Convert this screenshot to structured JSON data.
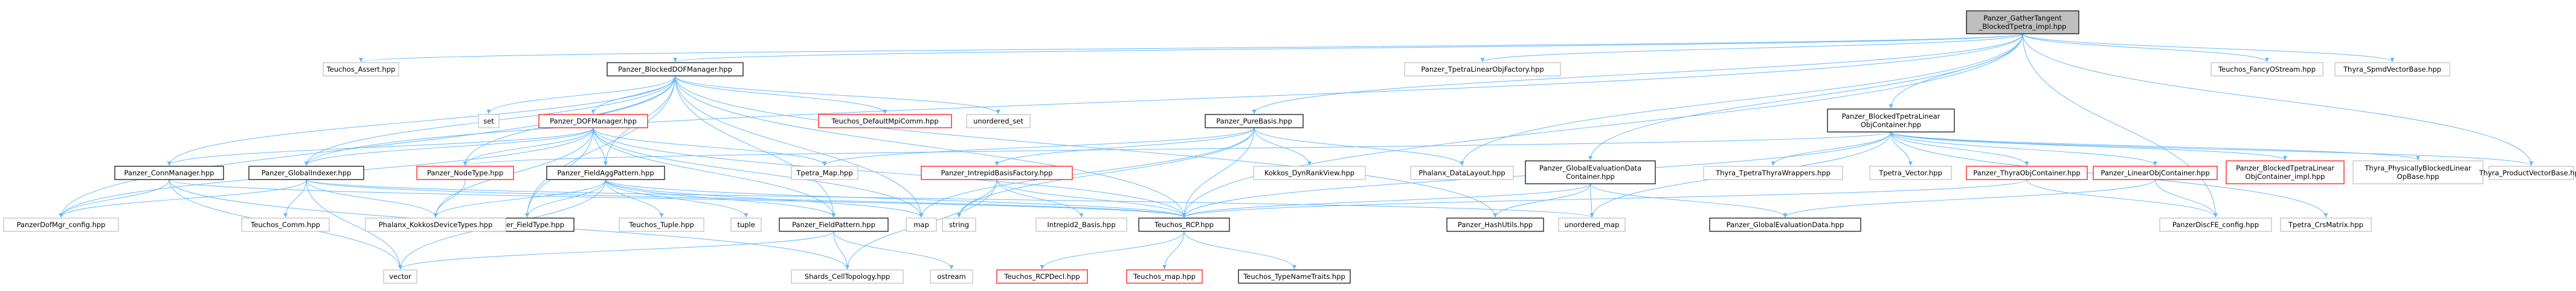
{
  "diagram": {
    "nodes": [
      {
        "id": "root",
        "lines": [
          "Panzer_GatherTangent",
          "_BlockedTpetra_impl.hpp"
        ],
        "style": "root"
      },
      {
        "id": "teuchos_assert",
        "lines": [
          "Teuchos_Assert.hpp"
        ],
        "style": "plain"
      },
      {
        "id": "blocked_dof",
        "lines": [
          "Panzer_BlockedDOFManager.hpp"
        ],
        "style": "normal"
      },
      {
        "id": "tpetra_lof",
        "lines": [
          "Panzer_TpetraLinearObjFactory.hpp"
        ],
        "style": "plain"
      },
      {
        "id": "fancy_ostream",
        "lines": [
          "Teuchos_FancyOStream.hpp"
        ],
        "style": "plain"
      },
      {
        "id": "spmd_vs",
        "lines": [
          "Thyra_SpmdVectorBase.hpp"
        ],
        "style": "plain"
      },
      {
        "id": "set",
        "lines": [
          "set"
        ],
        "style": "plain"
      },
      {
        "id": "dof_manager",
        "lines": [
          "Panzer_DOFManager.hpp"
        ],
        "style": "red"
      },
      {
        "id": "default_mpi",
        "lines": [
          "Teuchos_DefaultMpiComm.hpp"
        ],
        "style": "red"
      },
      {
        "id": "unordered_set",
        "lines": [
          "unordered_set"
        ],
        "style": "plain"
      },
      {
        "id": "pure_basis",
        "lines": [
          "Panzer_PureBasis.hpp"
        ],
        "style": "normal"
      },
      {
        "id": "btlo_container",
        "lines": [
          "Panzer_BlockedTpetraLinear",
          "ObjContainer.hpp"
        ],
        "style": "normal"
      },
      {
        "id": "conn_manager",
        "lines": [
          "Panzer_ConnManager.hpp"
        ],
        "style": "normal"
      },
      {
        "id": "global_indexer",
        "lines": [
          "Panzer_GlobalIndexer.hpp"
        ],
        "style": "normal"
      },
      {
        "id": "node_type",
        "lines": [
          "Panzer_NodeType.hpp"
        ],
        "style": "red"
      },
      {
        "id": "field_agg",
        "lines": [
          "Panzer_FieldAggPattern.hpp"
        ],
        "style": "normal"
      },
      {
        "id": "tpetra_map",
        "lines": [
          "Tpetra_Map.hpp"
        ],
        "style": "plain"
      },
      {
        "id": "intrepid_factory",
        "lines": [
          "Panzer_IntrepidBasisFactory.hpp"
        ],
        "style": "red"
      },
      {
        "id": "kokkos_dyn",
        "lines": [
          "Kokkos_DynRankView.hpp"
        ],
        "style": "plain"
      },
      {
        "id": "phalanx_layout",
        "lines": [
          "Phalanx_DataLayout.hpp"
        ],
        "style": "plain"
      },
      {
        "id": "global_eval_container",
        "lines": [
          "Panzer_GlobalEvaluationData",
          "Container.hpp"
        ],
        "style": "normal"
      },
      {
        "id": "tpetra_thyra_wrappers",
        "lines": [
          "Thyra_TpetraThyraWrappers.hpp"
        ],
        "style": "plain"
      },
      {
        "id": "tpetra_vector",
        "lines": [
          "Tpetra_Vector.hpp"
        ],
        "style": "plain"
      },
      {
        "id": "thyra_obj_container",
        "lines": [
          "Panzer_ThyraObjContainer.hpp"
        ],
        "style": "red"
      },
      {
        "id": "linear_obj_container",
        "lines": [
          "Panzer_LinearObjContainer.hpp"
        ],
        "style": "red"
      },
      {
        "id": "btlo_container_impl",
        "lines": [
          "Panzer_BlockedTpetraLinear",
          "ObjContainer_impl.hpp"
        ],
        "style": "red"
      },
      {
        "id": "phys_blocked",
        "lines": [
          "Thyra_PhysicallyBlockedLinear",
          "OpBase.hpp"
        ],
        "style": "plain"
      },
      {
        "id": "product_vb",
        "lines": [
          "Thyra_ProductVectorBase.hpp"
        ],
        "style": "plain"
      },
      {
        "id": "dofmgr_config",
        "lines": [
          "PanzerDofMgr_config.hpp"
        ],
        "style": "plain"
      },
      {
        "id": "teuchos_comm",
        "lines": [
          "Teuchos_Comm.hpp"
        ],
        "style": "plain"
      },
      {
        "id": "field_type",
        "lines": [
          "Panzer_FieldType.hpp"
        ],
        "style": "normal"
      },
      {
        "id": "kokkos_device",
        "lines": [
          "Phalanx_KokkosDeviceTypes.hpp"
        ],
        "style": "plain"
      },
      {
        "id": "teuchos_tuple",
        "lines": [
          "Teuchos_Tuple.hpp"
        ],
        "style": "plain"
      },
      {
        "id": "tuple",
        "lines": [
          "tuple"
        ],
        "style": "plain"
      },
      {
        "id": "field_pattern",
        "lines": [
          "Panzer_FieldPattern.hpp"
        ],
        "style": "normal"
      },
      {
        "id": "map",
        "lines": [
          "map"
        ],
        "style": "plain"
      },
      {
        "id": "string",
        "lines": [
          "string"
        ],
        "style": "plain"
      },
      {
        "id": "intrepid2_basis",
        "lines": [
          "Intrepid2_Basis.hpp"
        ],
        "style": "plain"
      },
      {
        "id": "teuchos_rcp",
        "lines": [
          "Teuchos_RCP.hpp"
        ],
        "style": "normal"
      },
      {
        "id": "hash_utils",
        "lines": [
          "Panzer_HashUtils.hpp"
        ],
        "style": "normal"
      },
      {
        "id": "unordered_map",
        "lines": [
          "unordered_map"
        ],
        "style": "plain"
      },
      {
        "id": "global_eval_data",
        "lines": [
          "Panzer_GlobalEvaluationData.hpp"
        ],
        "style": "normal"
      },
      {
        "id": "discfe_config",
        "lines": [
          "PanzerDiscFE_config.hpp"
        ],
        "style": "plain"
      },
      {
        "id": "crs_matrix",
        "lines": [
          "Tpetra_CrsMatrix.hpp"
        ],
        "style": "plain"
      },
      {
        "id": "vector",
        "lines": [
          "vector"
        ],
        "style": "plain"
      },
      {
        "id": "shards",
        "lines": [
          "Shards_CellTopology.hpp"
        ],
        "style": "plain"
      },
      {
        "id": "ostream",
        "lines": [
          "ostream"
        ],
        "style": "plain"
      },
      {
        "id": "rcp_decl",
        "lines": [
          "Teuchos_RCPDecl.hpp"
        ],
        "style": "red"
      },
      {
        "id": "rcp_map",
        "lines": [
          "Teuchos_map.hpp"
        ],
        "style": "red"
      },
      {
        "id": "type_name_traits",
        "lines": [
          "Teuchos_TypeNameTraits.hpp"
        ],
        "style": "normal"
      }
    ],
    "edges": [
      [
        "root",
        "teuchos_assert"
      ],
      [
        "root",
        "blocked_dof"
      ],
      [
        "root",
        "tpetra_lof"
      ],
      [
        "root",
        "fancy_ostream"
      ],
      [
        "root",
        "spmd_vs"
      ],
      [
        "root",
        "pure_basis"
      ],
      [
        "root",
        "btlo_container"
      ],
      [
        "root",
        "global_eval_container"
      ],
      [
        "root",
        "global_indexer"
      ],
      [
        "root",
        "phalanx_layout"
      ],
      [
        "root",
        "teuchos_rcp"
      ],
      [
        "root",
        "product_vb"
      ],
      [
        "root",
        "discfe_config"
      ],
      [
        "blocked_dof",
        "set"
      ],
      [
        "blocked_dof",
        "dof_manager"
      ],
      [
        "blocked_dof",
        "default_mpi"
      ],
      [
        "blocked_dof",
        "unordered_set"
      ],
      [
        "blocked_dof",
        "conn_manager"
      ],
      [
        "blocked_dof",
        "global_indexer"
      ],
      [
        "blocked_dof",
        "node_type"
      ],
      [
        "blocked_dof",
        "field_agg"
      ],
      [
        "blocked_dof",
        "field_pattern"
      ],
      [
        "blocked_dof",
        "teuchos_rcp"
      ],
      [
        "blocked_dof",
        "hash_utils"
      ],
      [
        "blocked_dof",
        "dofmgr_config"
      ],
      [
        "blocked_dof",
        "field_type"
      ],
      [
        "blocked_dof",
        "map"
      ],
      [
        "dof_manager",
        "conn_manager"
      ],
      [
        "dof_manager",
        "global_indexer"
      ],
      [
        "dof_manager",
        "node_type"
      ],
      [
        "dof_manager",
        "field_agg"
      ],
      [
        "dof_manager",
        "tpetra_map"
      ],
      [
        "dof_manager",
        "field_type"
      ],
      [
        "dof_manager",
        "field_pattern"
      ],
      [
        "dof_manager",
        "map"
      ],
      [
        "dof_manager",
        "dofmgr_config"
      ],
      [
        "dof_manager",
        "kokkos_device"
      ],
      [
        "dof_manager",
        "teuchos_rcp"
      ],
      [
        "pure_basis",
        "intrepid_factory"
      ],
      [
        "pure_basis",
        "kokkos_dyn"
      ],
      [
        "pure_basis",
        "phalanx_layout"
      ],
      [
        "pure_basis",
        "teuchos_rcp"
      ],
      [
        "pure_basis",
        "string"
      ],
      [
        "pure_basis",
        "map"
      ],
      [
        "pure_basis",
        "tpetra_map"
      ],
      [
        "btlo_container",
        "node_type"
      ],
      [
        "btlo_container",
        "tpetra_thyra_wrappers"
      ],
      [
        "btlo_container",
        "tpetra_vector"
      ],
      [
        "btlo_container",
        "thyra_obj_container"
      ],
      [
        "btlo_container",
        "linear_obj_container"
      ],
      [
        "btlo_container",
        "btlo_container_impl"
      ],
      [
        "btlo_container",
        "phys_blocked"
      ],
      [
        "btlo_container",
        "product_vb"
      ],
      [
        "btlo_container",
        "teuchos_rcp"
      ],
      [
        "btlo_container",
        "crs_matrix"
      ],
      [
        "btlo_container",
        "unordered_map"
      ],
      [
        "conn_manager",
        "dofmgr_config"
      ],
      [
        "conn_manager",
        "teuchos_rcp"
      ],
      [
        "conn_manager",
        "vector"
      ],
      [
        "conn_manager",
        "shards"
      ],
      [
        "global_indexer",
        "dofmgr_config"
      ],
      [
        "global_indexer",
        "teuchos_comm"
      ],
      [
        "global_indexer",
        "kokkos_device"
      ],
      [
        "global_indexer",
        "teuchos_rcp"
      ],
      [
        "global_indexer",
        "vector"
      ],
      [
        "global_indexer",
        "unordered_map"
      ],
      [
        "node_type",
        "kokkos_device"
      ],
      [
        "field_agg",
        "field_type"
      ],
      [
        "field_agg",
        "kokkos_device"
      ],
      [
        "field_agg",
        "teuchos_tuple"
      ],
      [
        "field_agg",
        "tuple"
      ],
      [
        "field_agg",
        "field_pattern"
      ],
      [
        "field_agg",
        "map"
      ],
      [
        "field_agg",
        "vector"
      ],
      [
        "field_agg",
        "teuchos_rcp"
      ],
      [
        "intrepid_factory",
        "intrepid2_basis"
      ],
      [
        "intrepid_factory",
        "teuchos_rcp"
      ],
      [
        "intrepid_factory",
        "string"
      ],
      [
        "intrepid_factory",
        "shards"
      ],
      [
        "global_eval_container",
        "hash_utils"
      ],
      [
        "global_eval_container",
        "unordered_map"
      ],
      [
        "global_eval_container",
        "global_eval_data"
      ],
      [
        "global_eval_container",
        "teuchos_rcp"
      ],
      [
        "thyra_obj_container",
        "teuchos_rcp"
      ],
      [
        "thyra_obj_container",
        "discfe_config"
      ],
      [
        "linear_obj_container",
        "global_eval_data"
      ],
      [
        "linear_obj_container",
        "discfe_config"
      ],
      [
        "field_pattern",
        "shards"
      ],
      [
        "field_pattern",
        "ostream"
      ],
      [
        "field_pattern",
        "vector"
      ],
      [
        "teuchos_rcp",
        "rcp_decl"
      ],
      [
        "teuchos_rcp",
        "rcp_map"
      ],
      [
        "teuchos_rcp",
        "type_name_traits"
      ]
    ],
    "colors": {
      "edge": "#63b8ff",
      "root_fill": "#bfbfbf",
      "normal_stroke": "#000000",
      "red_stroke": "#ff0000",
      "plain_stroke": "#bfbfbf",
      "fill": "#ffffff"
    }
  }
}
